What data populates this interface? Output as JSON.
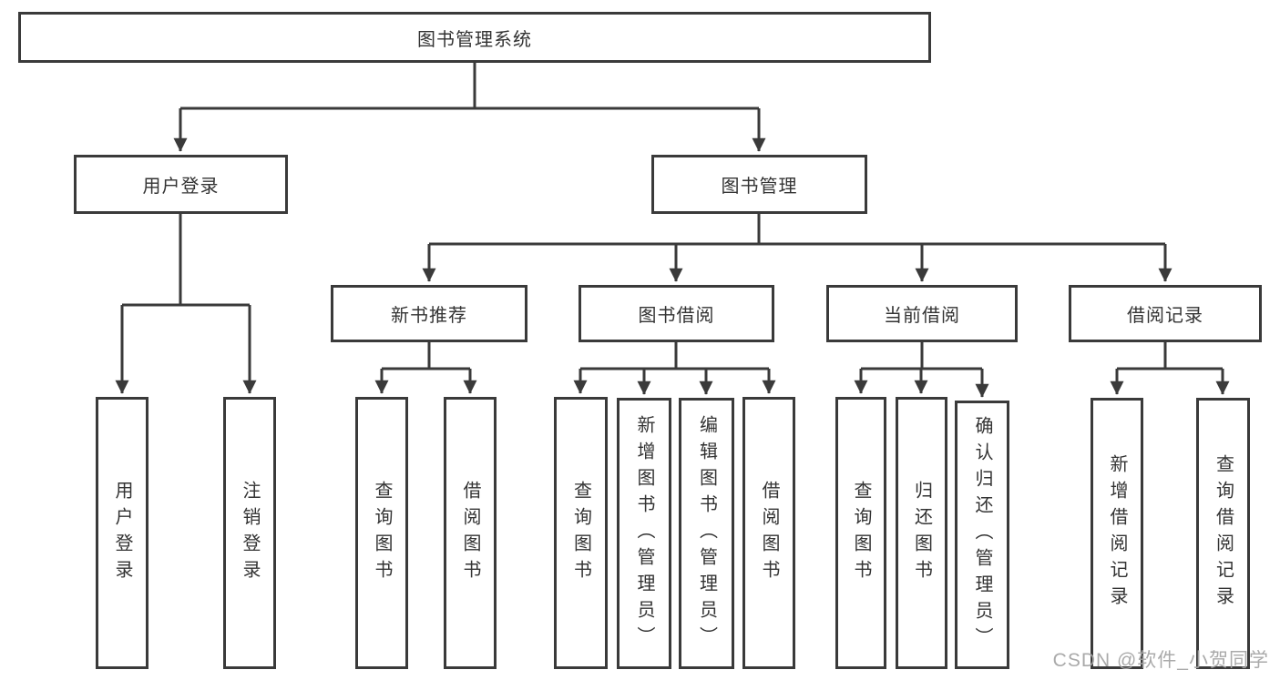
{
  "colors": {
    "line": "#3a3a3a",
    "box_border": "#3a3a3a",
    "box_background": "#ffffff",
    "text": "#333333",
    "watermark": "#a5a5a5"
  },
  "tree": {
    "label": "图书管理系统",
    "children": [
      {
        "label": "用户登录",
        "children": [
          {
            "label": "用户登录"
          },
          {
            "label": "注销登录"
          }
        ]
      },
      {
        "label": "图书管理",
        "children": [
          {
            "label": "新书推荐",
            "children": [
              {
                "label": "查询图书"
              },
              {
                "label": "借阅图书"
              }
            ]
          },
          {
            "label": "图书借阅",
            "children": [
              {
                "label": "查询图书"
              },
              {
                "label": "新增图书（管理员）"
              },
              {
                "label": "编辑图书（管理员）"
              },
              {
                "label": "借阅图书"
              }
            ]
          },
          {
            "label": "当前借阅",
            "children": [
              {
                "label": "查询图书"
              },
              {
                "label": "归还图书"
              },
              {
                "label": "确认归还（管理员）"
              }
            ]
          },
          {
            "label": "借阅记录",
            "children": [
              {
                "label": "新增借阅记录"
              },
              {
                "label": "查询借阅记录"
              }
            ]
          }
        ]
      }
    ]
  },
  "watermark": {
    "text": "CSDN @软件_小贺同学"
  }
}
